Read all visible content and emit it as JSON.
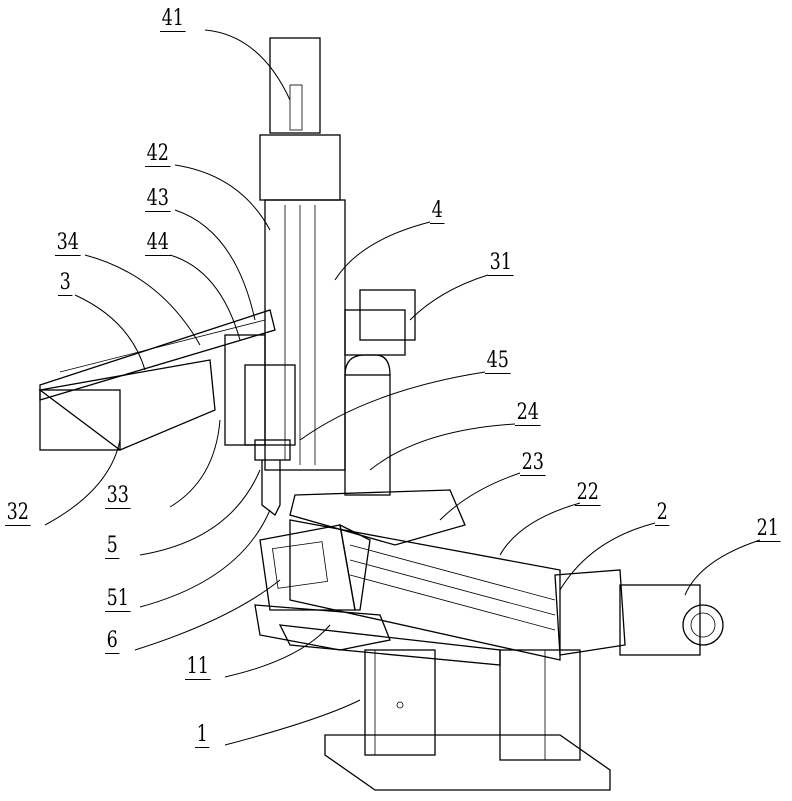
{
  "figure": {
    "labels": [
      "41",
      "42",
      "43",
      "4",
      "34",
      "44",
      "31",
      "3",
      "45",
      "24",
      "23",
      "32",
      "33",
      "22",
      "2",
      "21",
      "5",
      "51",
      "6",
      "11",
      "1"
    ]
  }
}
